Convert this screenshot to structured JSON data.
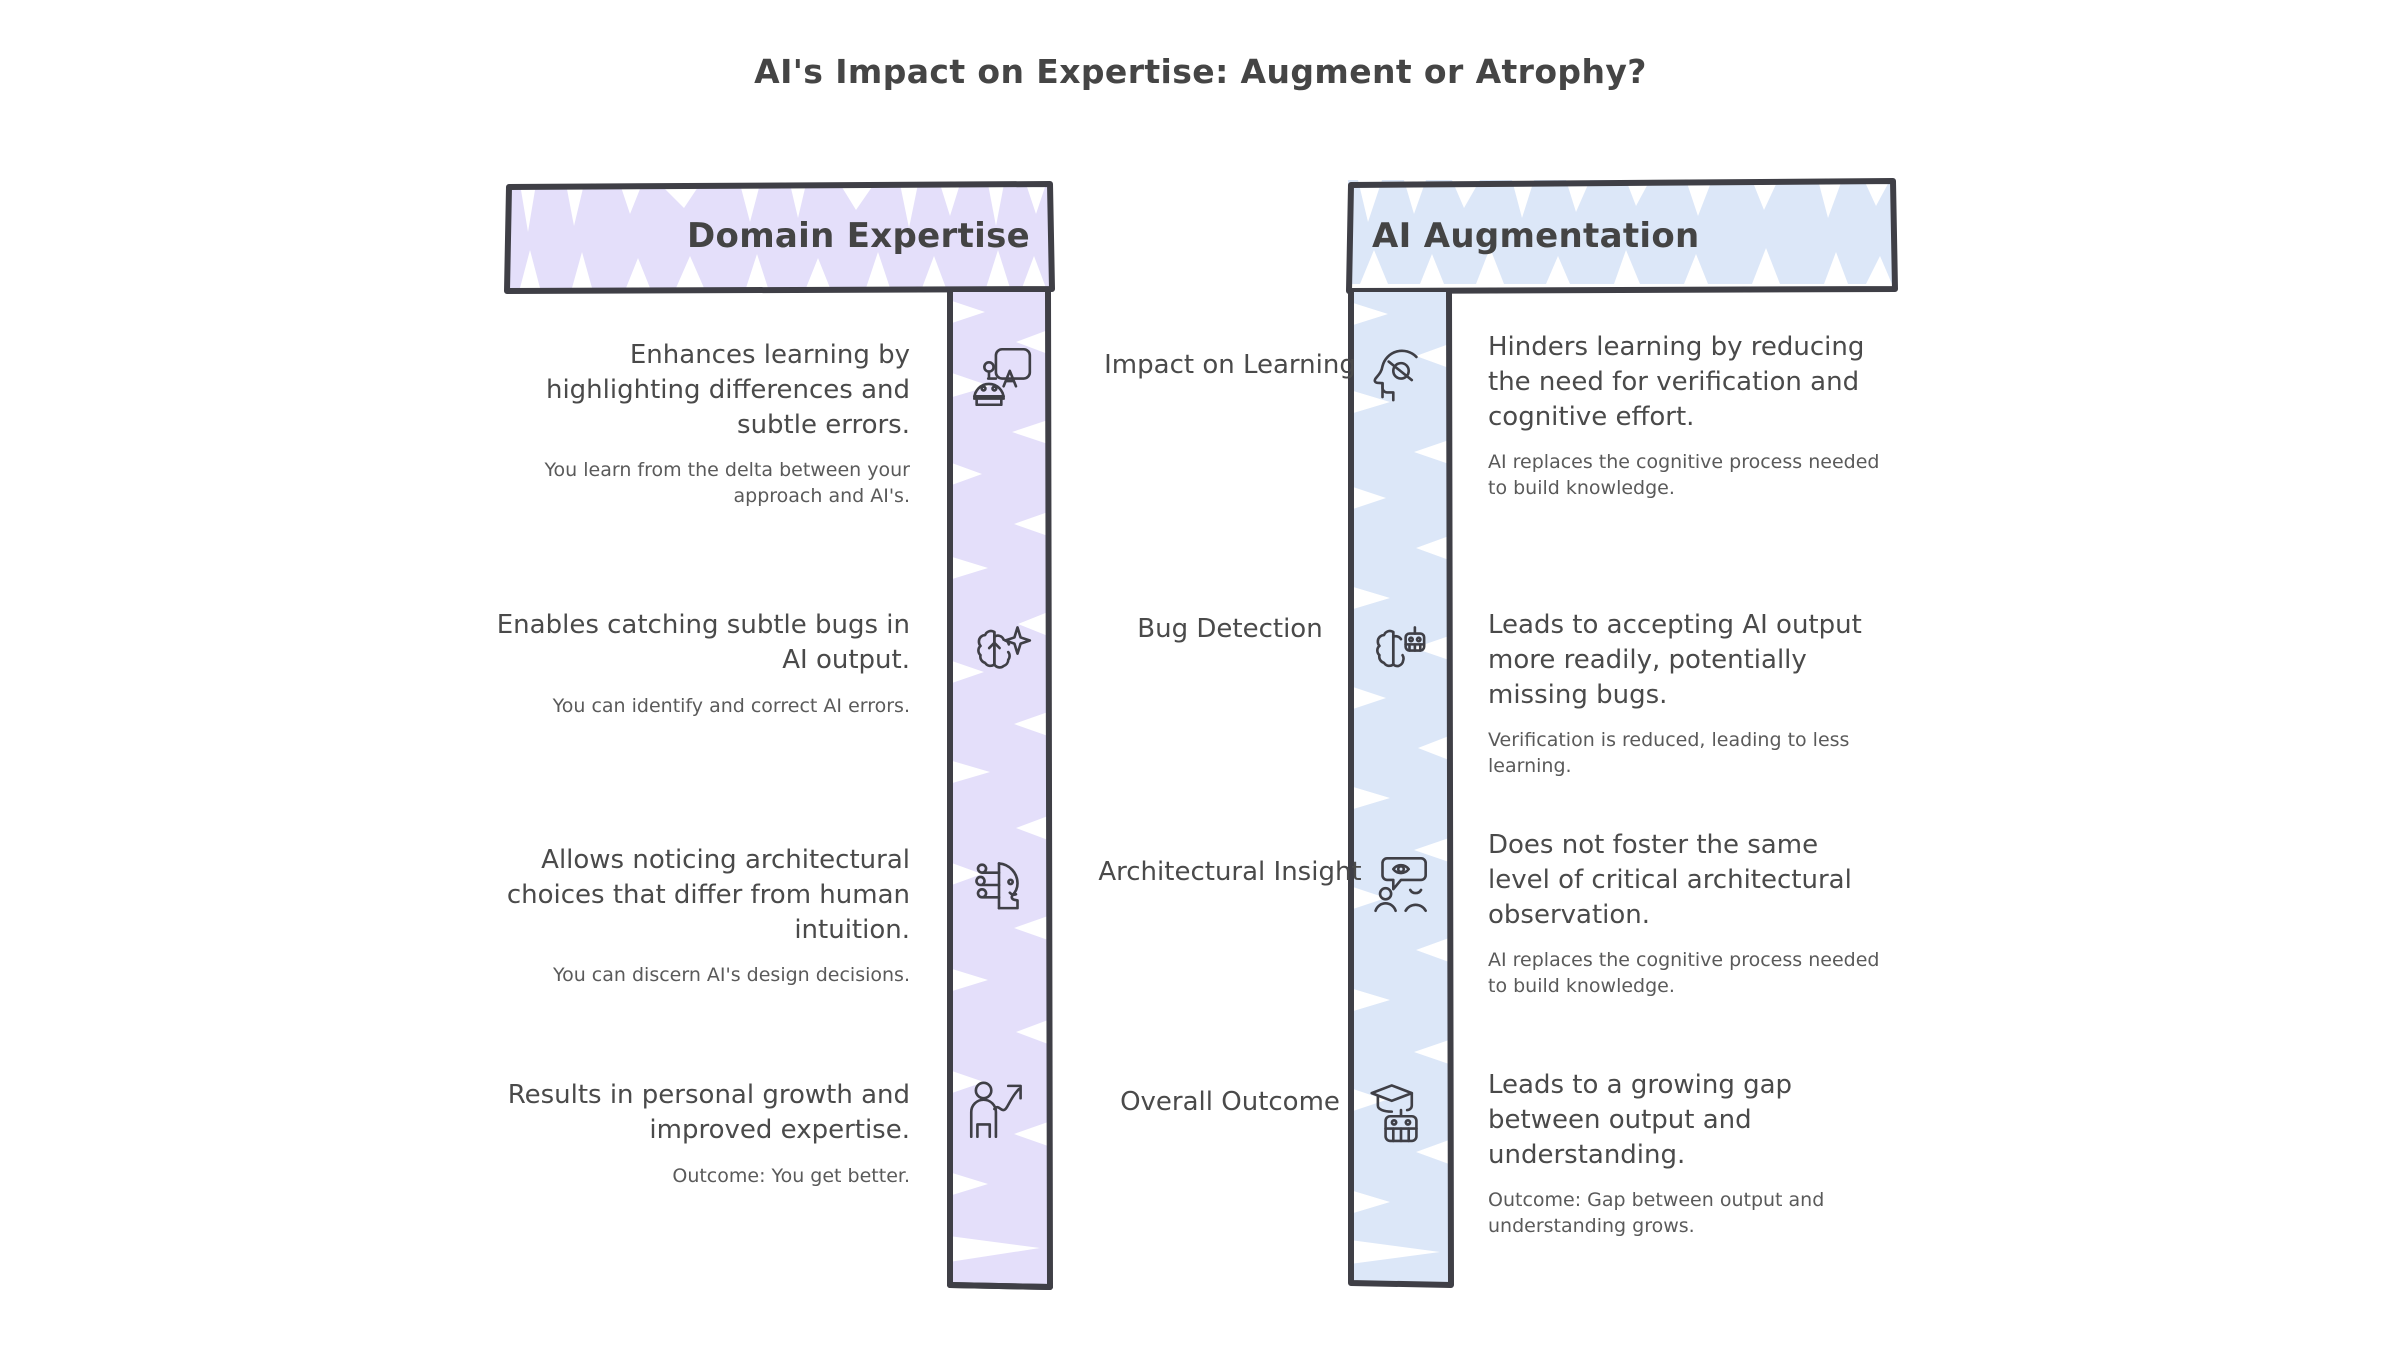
{
  "title": "AI's Impact on Expertise: Augment or Atrophy?",
  "colors": {
    "left_fill": "#e4dffa",
    "right_fill": "#dce7f8",
    "stroke": "#3f3f46",
    "text": "#4a4a4a",
    "background": "#ffffff"
  },
  "columns": {
    "left": {
      "header": "Domain Expertise",
      "fill": "#e4dffa"
    },
    "right": {
      "header": "AI Augmentation",
      "fill": "#dce7f8"
    }
  },
  "rows": [
    {
      "center_label": "Impact on Learning",
      "left": {
        "icon": "robot-translate-icon",
        "main": "Enhances learning by highlighting differences and subtle errors.",
        "sub": "You learn from the delta between your approach and AI's."
      },
      "right": {
        "icon": "head-no-thinking-icon",
        "main": "Hinders learning by reducing the need for verification and cognitive effort.",
        "sub": "AI replaces the cognitive process needed to build knowledge."
      }
    },
    {
      "center_label": "Bug Detection",
      "left": {
        "icon": "brain-sparkle-icon",
        "main": "Enables catching subtle bugs in AI output.",
        "sub": "You can identify and correct AI errors."
      },
      "right": {
        "icon": "brain-robot-icon",
        "main": "Leads to accepting AI output more readily, potentially missing bugs.",
        "sub": "Verification is reduced, leading to less learning."
      }
    },
    {
      "center_label": "Architectural Insight",
      "left": {
        "icon": "head-circuit-icon",
        "main": "Allows noticing architectural choices that differ from human intuition.",
        "sub": "You can discern AI's design decisions."
      },
      "right": {
        "icon": "eye-speech-people-icon",
        "main": "Does not foster the same level of critical architectural observation.",
        "sub": "AI replaces the cognitive process needed to build knowledge."
      }
    },
    {
      "center_label": "Overall Outcome",
      "left": {
        "icon": "person-growth-arrow-icon",
        "main": "Results in personal growth and improved expertise.",
        "sub": "Outcome: You get better."
      },
      "right": {
        "icon": "robot-graduate-icon",
        "main": "Leads to a growing gap between output and understanding.",
        "sub": "Outcome: Gap between output and understanding grows."
      }
    }
  ]
}
